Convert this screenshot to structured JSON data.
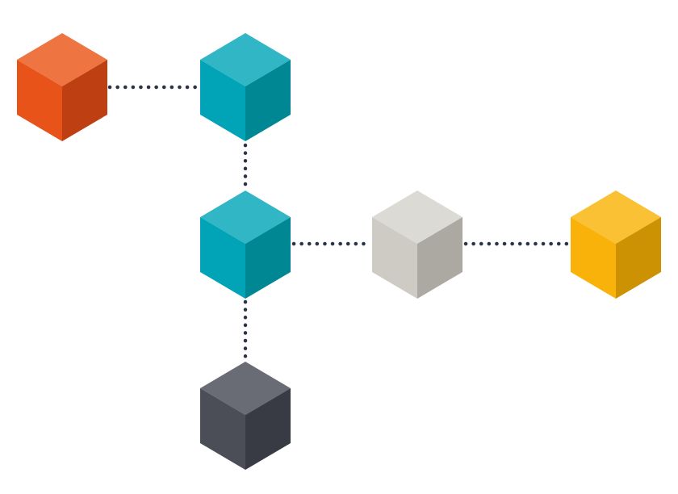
{
  "diagram": {
    "cubes": [
      {
        "id": "orange-cube",
        "colors": {
          "top": "#EE7541",
          "left": "#E8531A",
          "right": "#BE4012"
        }
      },
      {
        "id": "teal-cube-top",
        "colors": {
          "top": "#31B6C5",
          "left": "#01A3B6",
          "right": "#008794"
        }
      },
      {
        "id": "teal-cube-middle",
        "colors": {
          "top": "#31B6C5",
          "left": "#01A3B6",
          "right": "#008794"
        }
      },
      {
        "id": "gray-cube",
        "colors": {
          "top": "#DCDAD4",
          "left": "#CECBC4",
          "right": "#ACA9A3"
        }
      },
      {
        "id": "yellow-cube",
        "colors": {
          "top": "#F9C133",
          "left": "#F8B20A",
          "right": "#CD9104"
        }
      },
      {
        "id": "dark-cube",
        "colors": {
          "top": "#6A6C75",
          "left": "#4C4E57",
          "right": "#393B44"
        }
      }
    ],
    "connectors": [
      {
        "id": "connector-orange-to-teal-top",
        "from": "orange-cube",
        "to": "teal-cube-top"
      },
      {
        "id": "connector-teal-top-to-teal-middle",
        "from": "teal-cube-top",
        "to": "teal-cube-middle"
      },
      {
        "id": "connector-teal-middle-to-gray",
        "from": "teal-cube-middle",
        "to": "gray-cube"
      },
      {
        "id": "connector-gray-to-yellow",
        "from": "gray-cube",
        "to": "yellow-cube"
      },
      {
        "id": "connector-teal-middle-to-dark",
        "from": "teal-cube-middle",
        "to": "dark-cube"
      }
    ],
    "connector_color": "#2B3447"
  }
}
